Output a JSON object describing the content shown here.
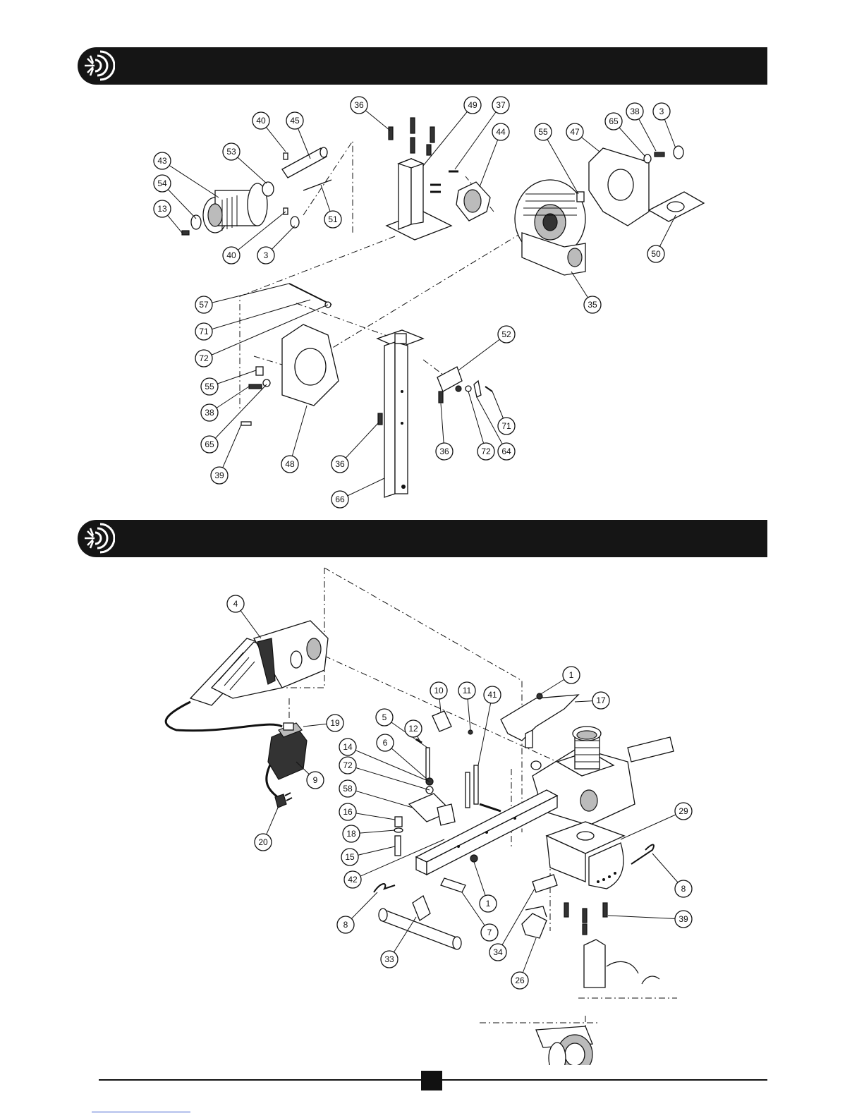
{
  "section1": {
    "heading": "",
    "callouts": [
      "36",
      "49",
      "37",
      "44",
      "55",
      "47",
      "65",
      "38",
      "3",
      "40",
      "45",
      "43",
      "53",
      "54",
      "13",
      "51",
      "40",
      "3",
      "50",
      "35",
      "57",
      "71",
      "72",
      "52",
      "55",
      "38",
      "65",
      "39",
      "48",
      "36",
      "36",
      "72",
      "64",
      "71",
      "66"
    ]
  },
  "section2": {
    "heading": "",
    "callouts": [
      "4",
      "1",
      "17",
      "10",
      "11",
      "41",
      "19",
      "12",
      "5",
      "6",
      "14",
      "72",
      "58",
      "16",
      "18",
      "15",
      "29",
      "9",
      "20",
      "42",
      "1",
      "8",
      "7",
      "8",
      "39",
      "33",
      "34",
      "26"
    ]
  },
  "footer": {
    "page_number": ""
  },
  "colors": {
    "bar": "#151515",
    "ink": "#111111",
    "background": "#ffffff"
  }
}
